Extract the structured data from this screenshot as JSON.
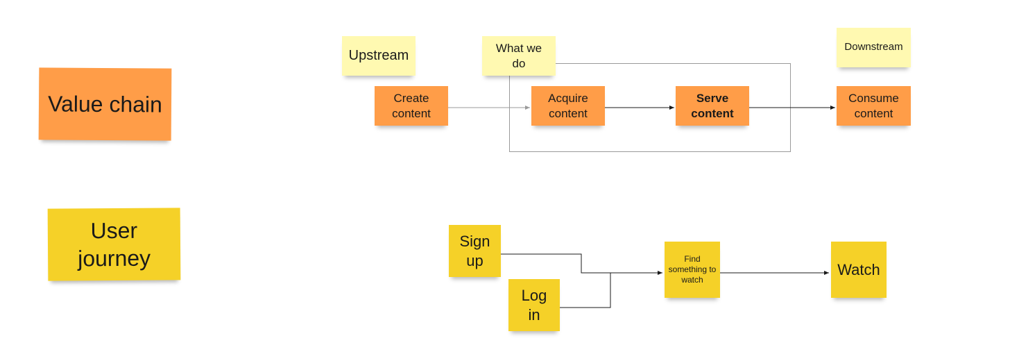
{
  "board": {
    "legend": {
      "value_chain": "Value chain",
      "user_journey": "User journey"
    },
    "value_chain": {
      "upstream_label": "Upstream",
      "what_we_do_label": "What we do",
      "downstream_label": "Downstream",
      "create_content": "Create content",
      "acquire_content": "Acquire content",
      "serve_content": "Serve content",
      "consume_content": "Consume content"
    },
    "user_journey": {
      "sign_up": "Sign up",
      "log_in": "Log in",
      "find_something": "Find something to watch",
      "watch": "Watch"
    }
  },
  "colors": {
    "orange_note": "#ff9d48",
    "yellow_note": "#f5d128",
    "pale_yellow_note": "#fff9b1",
    "connector": "#1a1a1a",
    "frame_border": "#9a9a9a"
  }
}
